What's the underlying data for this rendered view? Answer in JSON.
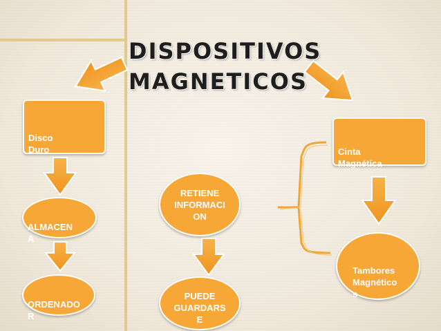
{
  "title": "DISPOSITIVOS\nMAGNETICOS",
  "nodes": {
    "disco_duro": "Disco\nDuro",
    "almacena": "ALMACEN\nA",
    "ordenador": "ORDENADO\nR",
    "retiene": "RETIENE\nINFORMACI\nON",
    "puede_guardarse": "PUEDE\nGUARDARS\nE",
    "cinta_magnetica": "Cinta\nMagnética",
    "tambores_magneticos": "Tambores\nMagnético\ns"
  },
  "colors": {
    "node_fill": "#f7a736",
    "arrow_fill": "#f5a533",
    "line": "#e2c98f"
  }
}
